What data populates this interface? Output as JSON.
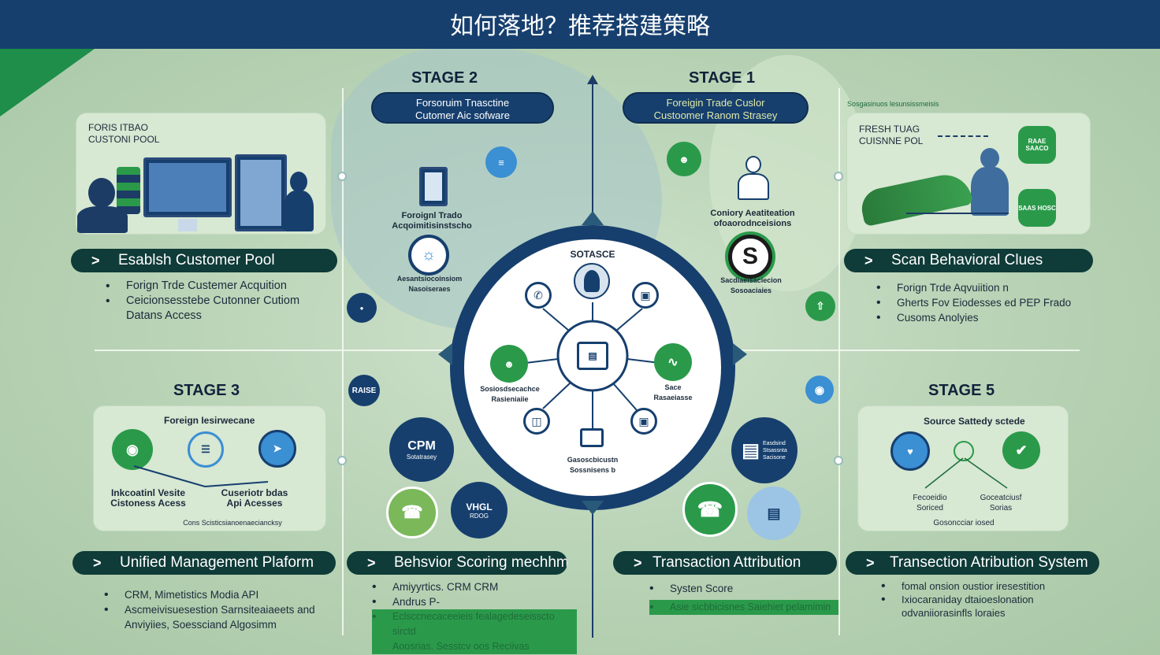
{
  "page_title": "如何落地？推荐搭建策略",
  "stages": {
    "stage2": {
      "label": "STAGE 2",
      "pill": [
        "Forsoruim Tnasctine",
        "Cutomer Aic sofware"
      ],
      "text_a": [
        "Foroignl Trado",
        "Acqoimitisinstscho"
      ],
      "text_b": [
        "Aesantsiocoinsiom",
        "Nasoiseraes"
      ]
    },
    "stage1": {
      "label": "STAGE 1",
      "pill": [
        "Foreigin Trade Cuslor",
        "Custoomer Ranom Strasey"
      ],
      "text_a": [
        "Coniory Aeatiteation",
        "ofoaorodnceisions"
      ],
      "text_b": [
        "Sacdiaeisaciecion",
        "Sosoaciaies"
      ]
    },
    "stage3": {
      "label": "STAGE 3"
    },
    "stage5": {
      "label": "STAGE 5"
    }
  },
  "cards": {
    "top_left": {
      "caption": [
        "FORIS ITBAO",
        "CUSTONI POOL"
      ]
    },
    "top_right": {
      "headline": "Sosgasinuos lesunsissmeisis",
      "caption": [
        "FRESH TUAG",
        "CUISNNE POL"
      ],
      "badge_a": "RAAE SAACO",
      "badge_b": "SAAS HOSC"
    },
    "bottom_left": {
      "title": "Foreign Iesirwecane",
      "node_a": [
        "Inkcoatinl Vesite",
        "Cistoness Acess"
      ],
      "node_b": [
        "Cuseriotr bdas",
        "Api Acesses"
      ],
      "footer": "Cons Scisticsianoenaeciancksy"
    },
    "bottom_right": {
      "title": "Source Sattedy sctede",
      "node_a": [
        "Fecoeidio",
        "Soriced"
      ],
      "node_b": [
        "Goceatciusf",
        "Sorias"
      ],
      "footer": "Gosoncciar iosed"
    }
  },
  "banners": {
    "b1": "Esablsh Customer Pool",
    "b2": "Scan Behavioral Clues",
    "b3": "Unified Management Plaform",
    "b4": "Behsvior Scoring mechhm",
    "b5": "Transaction Attribution",
    "b6": "Transection Atribution System"
  },
  "lists": {
    "l1": [
      "Forign Trde Custemer Acquition",
      "Ceicionsesstebe Cutonner Cutiom",
      "Datans Access"
    ],
    "l2": [
      "Forign Trde Aqvuiition n",
      "Gherts Fov Eiodesses ed PEP Frado",
      "Cusoms Anolyies"
    ],
    "l3": [
      "CRM, Mimetistics Modia API",
      "Ascmeivisuesestion Sarnsiteaiaeets and",
      "Anviyiies, Soessciand Algosimm"
    ],
    "l4": [
      "Amiyyrtics.  CRM CRM",
      "Andrus P-"
    ],
    "l4_green": [
      "Eclsccnecaceeieis fealagedeseisscto sirctd",
      "Aoosrias. Sesstcv oos Reciivas"
    ],
    "l5": [
      "Systen Score"
    ],
    "l5_green": [
      "Asie sicbbicisnes Saiehiet pelamimin"
    ],
    "l6": [
      "fomal onsion oustior iresestition",
      "Ixiocaraniday dtaioeslonation",
      "odvaniiorasinfls loraies"
    ]
  },
  "hub": {
    "title": "SOTASCE",
    "left_label": [
      "Sosiosdsecachce",
      "Rasieniaiie"
    ],
    "right_label": [
      "Sace",
      "Rasaeiasse"
    ],
    "bottom_label": [
      "Gasoscbicustn",
      "Sossnisens b"
    ]
  },
  "badges": {
    "cpm": "CPM",
    "cpm_sub": "Sotatrasey",
    "g_badge": "VHGL",
    "g_sub": "RDOG",
    "raise": "RAISE",
    "bank_label": [
      "Easdsind",
      "Stsassnta",
      "Sacisone"
    ]
  },
  "colors": {
    "navy": "#163f6e",
    "green": "#2a9a4a",
    "banner": "#0f3b38",
    "background": "#b9d3b7"
  }
}
